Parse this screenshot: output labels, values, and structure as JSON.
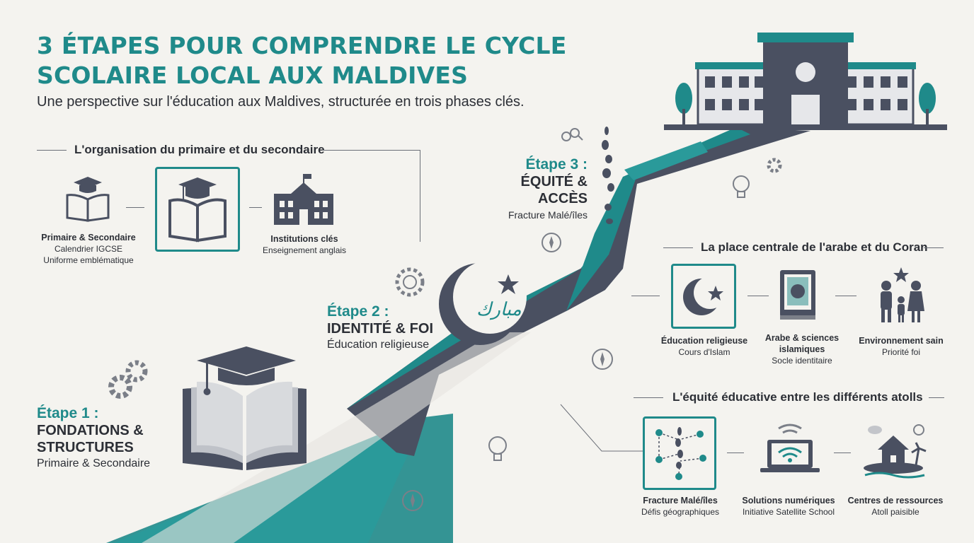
{
  "header": {
    "title_line1": "3 ÉTAPES POUR COMPRENDRE LE CYCLE",
    "title_line2": "SCOLAIRE LOCAL AUX MALDIVES",
    "subtitle": "Une perspective sur l'éducation aux Maldives, structurée en trois phases clés."
  },
  "stages": [
    {
      "label": "Étape 1 :",
      "name_line1": "FONDATIONS &",
      "name_line2": "STRUCTURES",
      "sub": "Primaire & Secondaire"
    },
    {
      "label": "Étape 2 :",
      "name_line1": "IDENTITÉ & FOI",
      "sub": "Éducation religieuse"
    },
    {
      "label": "Étape 3 :",
      "name_line1": "ÉQUITÉ & ACCÈS",
      "sub": "Fracture Malé/îles"
    }
  ],
  "sections": {
    "organisation": {
      "title": "L'organisation du primaire et du secondaire",
      "items": [
        {
          "icon": "book-graduation-cap-icon",
          "title": "Primaire & Secondaire",
          "lines": [
            "Calendrier IGCSE",
            "Uniforme emblématique"
          ]
        },
        {
          "icon": "highlighted-book-cap-icon",
          "title": "",
          "lines": []
        },
        {
          "icon": "school-building-icon",
          "title": "Institutions clés",
          "lines": [
            "Enseignement anglais"
          ]
        }
      ]
    },
    "arabe": {
      "title": "La place centrale de l'arabe et du Coran",
      "items": [
        {
          "icon": "crescent-star-icon",
          "title": "Éducation religieuse",
          "lines": [
            "Cours d'Islam"
          ]
        },
        {
          "icon": "quran-book-icon",
          "title_line1": "Arabe & sciences",
          "title_line2": "islamiques",
          "lines": [
            "Socle identitaire"
          ]
        },
        {
          "icon": "family-icon",
          "title": "Environnement sain",
          "lines": [
            "Priorité foi"
          ]
        }
      ]
    },
    "equite": {
      "title": "L'équité éducative entre les différents atolls",
      "items": [
        {
          "icon": "atoll-network-icon",
          "title": "Fracture Malé/îles",
          "lines": [
            "Défis géographiques"
          ]
        },
        {
          "icon": "laptop-wifi-icon",
          "title": "Solutions numériques",
          "lines": [
            "Initiative Satellite School"
          ]
        },
        {
          "icon": "island-house-icon",
          "title": "Centres de ressources",
          "lines": [
            "Atoll paisible"
          ]
        }
      ]
    }
  },
  "colors": {
    "teal": "#1f8a8a",
    "slate": "#4a5061",
    "background": "#f4f3ef"
  }
}
